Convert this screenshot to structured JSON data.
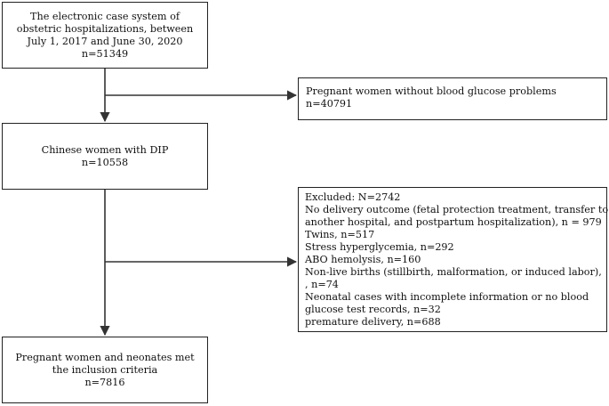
{
  "flowchart": {
    "box_source": {
      "lines": [
        "The electronic case system of",
        "obstetric hospitalizations, between",
        "July 1, 2017 and June 30, 2020",
        "n=51349"
      ]
    },
    "box_excluded_glucose": {
      "lines": [
        "Pregnant women without blood glucose problems",
        "n=40791"
      ]
    },
    "box_dip": {
      "lines": [
        "Chinese women with DIP",
        "n=10558"
      ]
    },
    "box_excluded_reasons": {
      "lines": [
        "Excluded: N=2742",
        "No delivery outcome (fetal protection treatment, transfer to",
        "another hospital, and postpartum hospitalization), n = 979",
        "Twins, n=517",
        "Stress hyperglycemia, n=292",
        "ABO hemolysis, n=160",
        "Non-live births (stillbirth, malformation, or induced labor),",
        ", n=74",
        "Neonatal cases with incomplete information or no blood",
        "glucose test records, n=32",
        "premature delivery, n=688"
      ]
    },
    "box_included": {
      "lines": [
        "Pregnant women and neonates met",
        "the inclusion criteria",
        "n=7816"
      ]
    }
  },
  "colors": {
    "border": "#222222",
    "arrow": "#333333",
    "text": "#111111"
  }
}
